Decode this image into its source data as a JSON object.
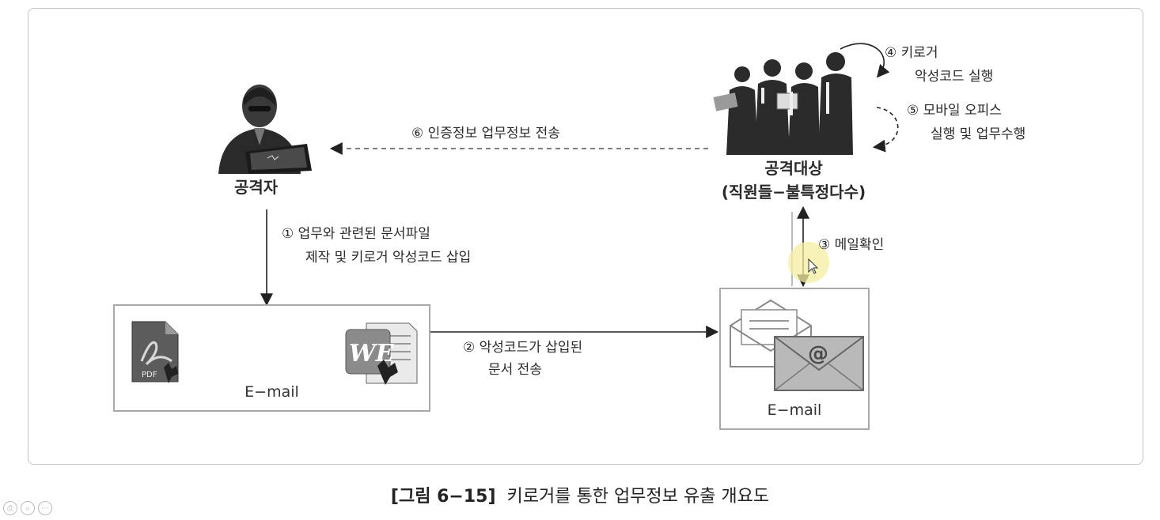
{
  "diagram": {
    "attacker_label": "공격자",
    "target_label_line1": "공격대상",
    "target_label_line2": "(직원들−불특정다수)",
    "steps": {
      "s1_line1": "① 업무와 관련된 문서파일",
      "s1_line2": "제작 및 키로거 악성코드 삽입",
      "s2_line1": "② 악성코드가 삽입된",
      "s2_line2": "문서 전송",
      "s3": "③ 메일확인",
      "s4_line1": "④ 키로거",
      "s4_line2": "악성코드 실행",
      "s5_line1": "⑤ 모바일 오피스",
      "s5_line2": "실행 및 업무수행",
      "s6": "⑥ 인증정보 업무정보 전송"
    },
    "left_email_label": "E−mail",
    "right_email_label": "E−mail",
    "pdf_badge": "PDF",
    "word_badge": "WE",
    "at_symbol": "@",
    "icons": [
      "hacker-icon",
      "employees-icon",
      "pdf-file-icon",
      "word-file-icon",
      "envelope-open-icon",
      "envelope-at-icon",
      "mouse-cursor-icon"
    ]
  },
  "caption": {
    "fig_number": "[그림 6−15]",
    "title": "키로거를 통한 업무정보 유출 개요도"
  }
}
